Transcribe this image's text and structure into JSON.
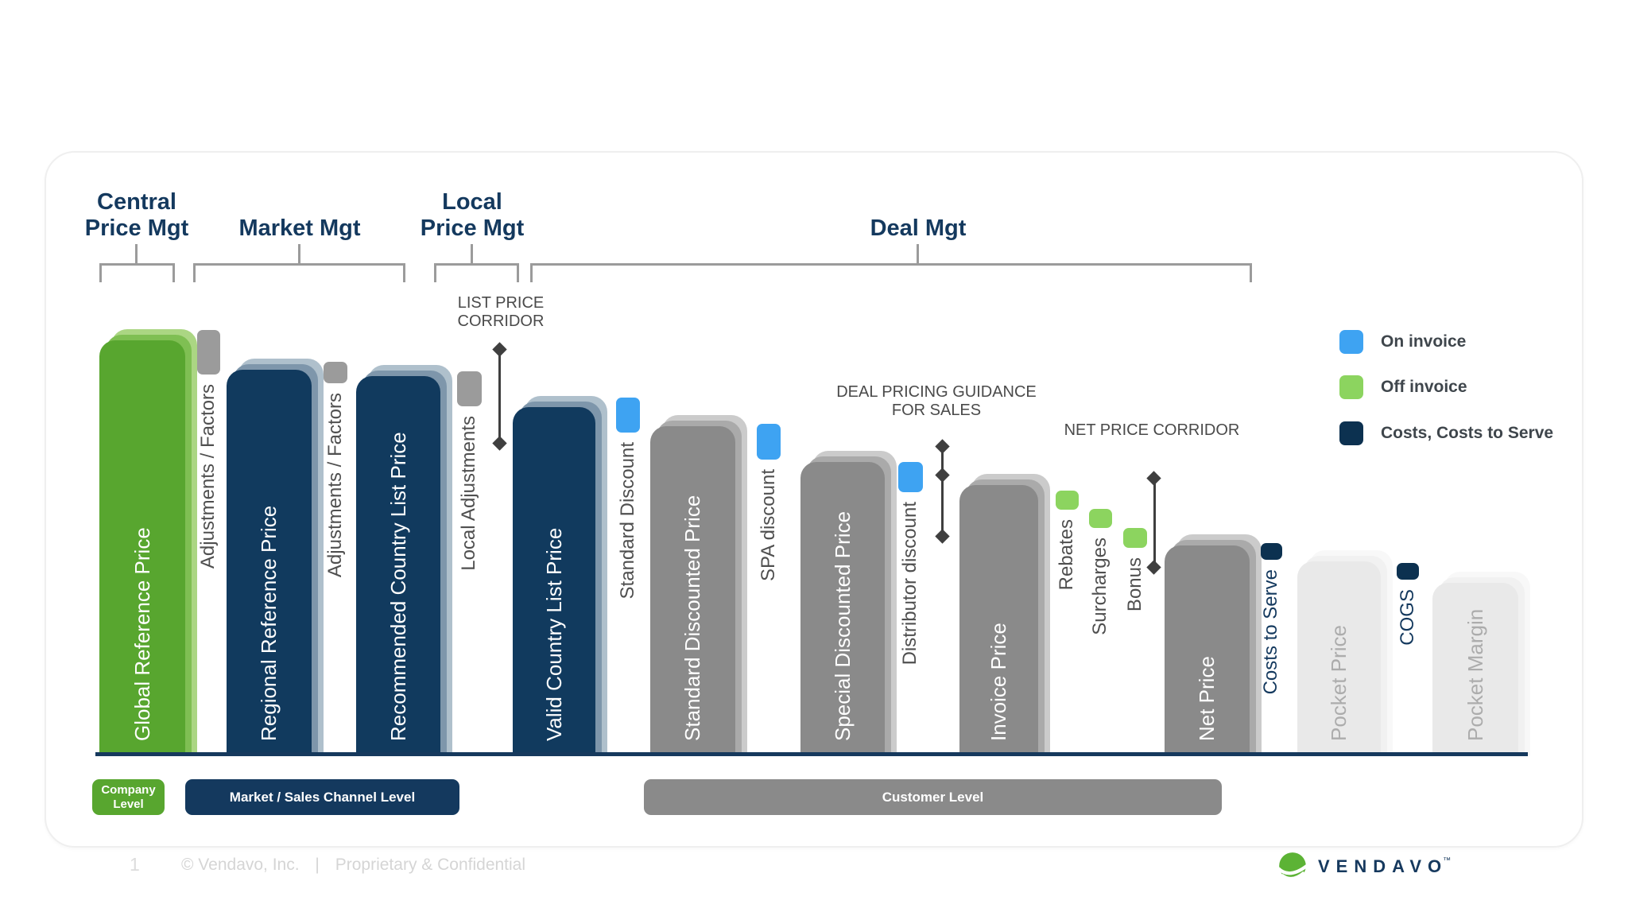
{
  "headers": [
    {
      "lines": [
        "Central",
        "Price Mgt"
      ]
    },
    {
      "lines": [
        "Market Mgt"
      ]
    },
    {
      "lines": [
        "Local",
        "Price Mgt"
      ]
    },
    {
      "lines": [
        "Deal Mgt"
      ]
    }
  ],
  "bars": [
    {
      "label": "Global Reference Price",
      "color": "#58A62F"
    },
    {
      "label": "Regional Reference Price",
      "color": "#113A5E"
    },
    {
      "label": "Recommended Country List Price",
      "color": "#113A5E"
    },
    {
      "label": "Valid Country List Price",
      "color": "#113A5E"
    },
    {
      "label": "Standard Discounted Price",
      "color": "#8A8A8A"
    },
    {
      "label": "Special Discounted Price",
      "color": "#8A8A8A"
    },
    {
      "label": "Invoice Price",
      "color": "#8A8A8A"
    },
    {
      "label": "Net Price",
      "color": "#8A8A8A"
    },
    {
      "label": "Pocket Price",
      "color": "#E9E9E9"
    },
    {
      "label": "Pocket Margin",
      "color": "#E9E9E9"
    }
  ],
  "markers": [
    {
      "label": "Adjustments / Factors",
      "color": "#9B9B9B"
    },
    {
      "label": "Adjustments / Factors",
      "color": "#9B9B9B"
    },
    {
      "label": "Local Adjustments",
      "color": "#9B9B9B"
    },
    {
      "label": "Standard Discount",
      "color": "#3EA3F2"
    },
    {
      "label": "SPA discount",
      "color": "#3EA3F2"
    },
    {
      "label": "Distributor discount",
      "color": "#3EA3F2"
    },
    {
      "label": "Rebates",
      "color": "#8CD45F"
    },
    {
      "label": "Surcharges",
      "color": "#8CD45F"
    },
    {
      "label": "Bonus",
      "color": "#8CD45F"
    },
    {
      "label": "Costs to Serve",
      "color": "#0C3150"
    },
    {
      "label": "COGS",
      "color": "#0C3150"
    }
  ],
  "annotations": {
    "list_price_corridor": {
      "lines": [
        "LIST PRICE",
        "CORRIDOR"
      ]
    },
    "deal_pricing_guidance": {
      "lines": [
        "DEAL PRICING GUIDANCE",
        "FOR SALES"
      ]
    },
    "net_price_corridor": {
      "lines": [
        "NET PRICE CORRIDOR"
      ]
    }
  },
  "legend": {
    "items": [
      {
        "label": "On invoice",
        "color": "#3EA3F2"
      },
      {
        "label": "Off invoice",
        "color": "#8CD45F"
      },
      {
        "label": "Costs, Costs to Serve",
        "color": "#0C3150"
      }
    ]
  },
  "levels": [
    {
      "label": "Company Level",
      "color": "#58A62F"
    },
    {
      "label": "Market / Sales Channel Level",
      "color": "#14395E"
    },
    {
      "label": "Customer Level",
      "color": "#8A8A8A"
    }
  ],
  "footer": {
    "page_number": "1",
    "copyright": "© Vendavo, Inc.",
    "separator": "|",
    "confidential": "Proprietary & Confidential"
  },
  "brand": {
    "name": "VENDAVO",
    "tm": "™"
  },
  "colors": {
    "header_navy": "#14395E",
    "baseline_navy": "#16395D",
    "bracket_gray": "#9B9B9B",
    "corridor_dark": "#3F3F3F",
    "logo_green": "#5CB335",
    "light_bar_text": "#ACACAC",
    "small_label_gray": "#4F4F4F"
  }
}
